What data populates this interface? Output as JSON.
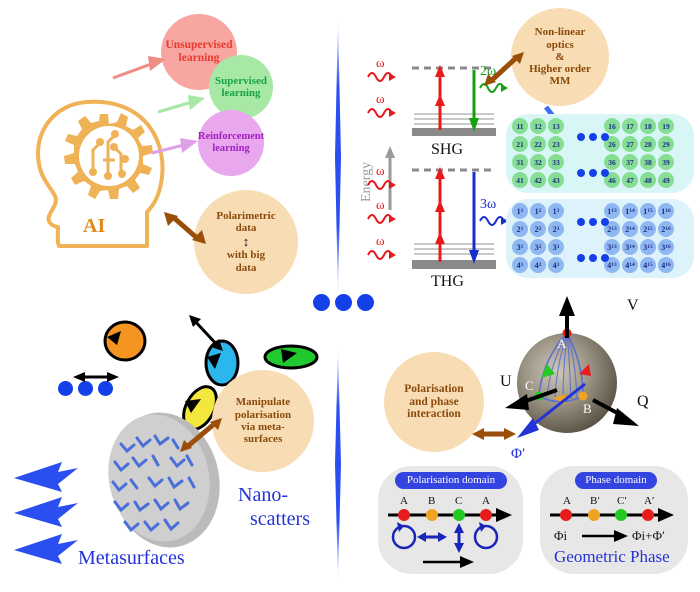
{
  "figure": {
    "title": "AI and polarimetric metasurface nonlinear optics overview",
    "colors": {
      "tan_bubble": "#f8dcb4",
      "brown_text": "#8a4a0a",
      "brown_arrow": "#9a4e08",
      "blue_accent": "#1340e8",
      "divider_blue": "#2b4ef0",
      "green_cell": "#86de95",
      "blue_cell": "#8fb8f2",
      "panel_green_bg": "#d9f6f6",
      "panel_blue_bg": "#ddf2fb",
      "card_gray": "#e7e7e7",
      "pill_blue": "#3344e0"
    }
  },
  "ai_panel": {
    "head_label": "AI",
    "learning_bubbles": [
      {
        "label_line1": "Unsupervised",
        "label_line2": "learning",
        "fill": "#f7a6a1",
        "text_color": "#e8392f"
      },
      {
        "label_line1": "Supervised",
        "label_line2": "learning",
        "fill": "#a7e8a4",
        "text_color": "#16a34a"
      },
      {
        "label_line1": "Reinforcement",
        "label_line2": "learning",
        "fill": "#e9a7ee",
        "text_color": "#a020c0"
      }
    ],
    "data_bubble": {
      "line1": "Polarimetric",
      "line2": "data",
      "arrow_glyph": "↕",
      "line3": "with big",
      "line4": "data"
    }
  },
  "energy_panel": {
    "axis_label": "Energy",
    "shg": {
      "name": "SHG",
      "pump_labels": [
        "ω",
        "ω"
      ],
      "emission_label": "2ω",
      "pump_color": "#e8191b",
      "emission_color": "#16a010"
    },
    "thg": {
      "name": "THG",
      "pump_labels": [
        "ω",
        "ω",
        "ω"
      ],
      "emission_label": "3ω",
      "pump_color": "#e8191b",
      "emission_color": "#1730c8"
    }
  },
  "nonlinear_bubble": {
    "line1": "Non-linear",
    "line2": "optics",
    "line3": "&",
    "line4": "Higher order",
    "line5": "MM"
  },
  "mueller_matrix": {
    "rows_left": [
      [
        "11",
        "12",
        "13"
      ],
      [
        "21",
        "22",
        "23"
      ],
      [
        "31",
        "32",
        "33"
      ],
      [
        "41",
        "42",
        "43"
      ]
    ],
    "rows_right": [
      [
        "16",
        "17",
        "18",
        "19"
      ],
      [
        "26",
        "27",
        "28",
        "29"
      ],
      [
        "36",
        "37",
        "38",
        "39"
      ],
      [
        "46",
        "47",
        "48",
        "49"
      ]
    ],
    "ellipsis": "•••"
  },
  "higher_order_matrix": {
    "rows_left": [
      [
        {
          "b": "1",
          "s": "1"
        },
        {
          "b": "1",
          "s": "2"
        },
        {
          "b": "1",
          "s": "3"
        }
      ],
      [
        {
          "b": "2",
          "s": "1"
        },
        {
          "b": "2",
          "s": "2"
        },
        {
          "b": "2",
          "s": "3"
        }
      ],
      [
        {
          "b": "3",
          "s": "1"
        },
        {
          "b": "3",
          "s": "2"
        },
        {
          "b": "3",
          "s": "3"
        }
      ],
      [
        {
          "b": "4",
          "s": "1"
        },
        {
          "b": "4",
          "s": "2"
        },
        {
          "b": "4",
          "s": "3"
        }
      ]
    ],
    "rows_right": [
      [
        {
          "b": "1",
          "s": "13"
        },
        {
          "b": "1",
          "s": "14"
        },
        {
          "b": "1",
          "s": "15"
        },
        {
          "b": "1",
          "s": "16"
        }
      ],
      [
        {
          "b": "2",
          "s": "13"
        },
        {
          "b": "2",
          "s": "14"
        },
        {
          "b": "2",
          "s": "15"
        },
        {
          "b": "2",
          "s": "16"
        }
      ],
      [
        {
          "b": "3",
          "s": "13"
        },
        {
          "b": "3",
          "s": "14"
        },
        {
          "b": "3",
          "s": "15"
        },
        {
          "b": "3",
          "s": "16"
        }
      ],
      [
        {
          "b": "4",
          "s": "13"
        },
        {
          "b": "4",
          "s": "14"
        },
        {
          "b": "4",
          "s": "15"
        },
        {
          "b": "4",
          "s": "16"
        }
      ]
    ],
    "ellipsis": "•••"
  },
  "metasurface_panel": {
    "nano_label_line1": "Nano-",
    "nano_label_line2": "scatters",
    "metasurface_label": "Metasurfaces",
    "manipulate_bubble": {
      "line1": "Manipulate",
      "line2": "polarisation",
      "line3": "via meta-",
      "line4": "surfaces"
    },
    "scatterer_colors": [
      "#f59420",
      "#2bb7ec",
      "#20c930",
      "#f2e73b",
      "#1a9e92"
    ]
  },
  "poincare_panel": {
    "interaction_bubble": {
      "line1": "Polarisation",
      "line2": "and phase",
      "line3": "interaction"
    },
    "axes": [
      {
        "name": "V",
        "label": "V"
      },
      {
        "name": "U",
        "label": "U"
      },
      {
        "name": "Q",
        "label": "Q"
      },
      {
        "name": "phi-prime",
        "label": "Φ′"
      }
    ],
    "points": [
      {
        "label": "A",
        "color": "#e81c1c"
      },
      {
        "label": "B",
        "color": "#f0a322"
      },
      {
        "label": "C",
        "color": "#24c924"
      }
    ]
  },
  "domain_cards": {
    "polarisation": {
      "pill": "Polarisation domain",
      "point_labels": [
        "A",
        "B",
        "C",
        "A"
      ],
      "point_colors": [
        "#e81c1c",
        "#f0a322",
        "#24c924",
        "#e81c1c"
      ]
    },
    "phase": {
      "pill": "Phase domain",
      "point_labels": [
        "A",
        "B′",
        "C′",
        "A′"
      ],
      "point_colors": [
        "#e81c1c",
        "#f0a322",
        "#24c924",
        "#e81c1c"
      ],
      "phase_in": "Φi",
      "phase_out": "Φi+Φ′",
      "caption": "Geometric Phase"
    }
  },
  "center_dots": {
    "glyph": "•••"
  }
}
